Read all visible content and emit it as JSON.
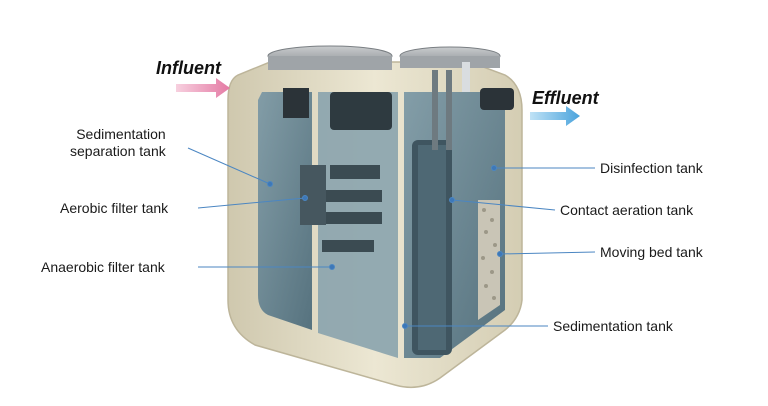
{
  "flow": {
    "influent": "Influent",
    "effluent": "Effluent"
  },
  "labels": {
    "sedimentation_separation_line1": "Sedimentation",
    "sedimentation_separation_line2": "separation tank",
    "aerobic_filter": "Aerobic filter tank",
    "anaerobic_filter": "Anaerobic filter tank",
    "disinfection": "Disinfection tank",
    "contact_aeration": "Contact aeration tank",
    "moving_bed": "Moving bed tank",
    "sedimentation": "Sedimentation tank"
  },
  "colors": {
    "shell": "#e3ddc6",
    "shell_dark": "#cfc7ab",
    "water": "#5f7f8e",
    "leader": "#4b86c2",
    "influent_arrow": "#e98ab0",
    "effluent_arrow": "#5aaee0"
  }
}
